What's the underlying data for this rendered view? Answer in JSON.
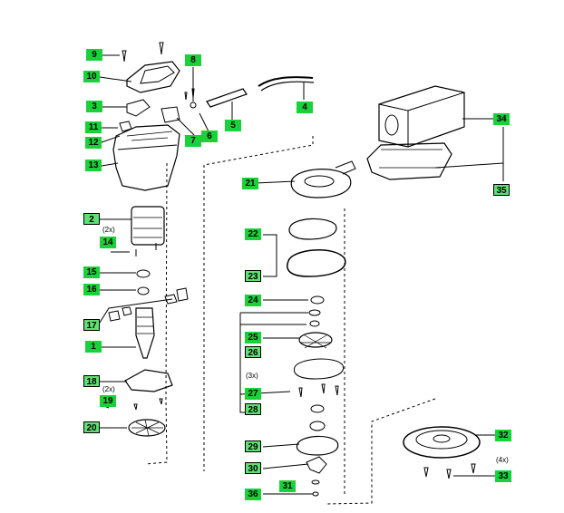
{
  "callouts": {
    "c1": "1",
    "c2": "2",
    "c3": "3",
    "c4": "4",
    "c5": "5",
    "c6": "6",
    "c7": "7",
    "c8": "8",
    "c9": "9",
    "c10": "10",
    "c11": "11",
    "c12": "12",
    "c13": "13",
    "c14": "14",
    "c15": "15",
    "c16": "16",
    "c17": "17",
    "c18": "18",
    "c19": "19",
    "c20": "20",
    "c21": "21",
    "c22": "22",
    "c23": "23",
    "c24": "24",
    "c25": "25",
    "c26": "26",
    "c27": "27",
    "c28": "28",
    "c29": "29",
    "c30": "30",
    "c31": "31",
    "c32": "32",
    "c33": "33",
    "c34": "34",
    "c35": "35",
    "c36": "36"
  },
  "notes": {
    "qty_14": "(2x)",
    "qty_19": "(2x)",
    "qty_27": "(3x)",
    "qty_33": "(4x)"
  },
  "colors": {
    "callout": "#19d23a",
    "line": "#000000"
  }
}
